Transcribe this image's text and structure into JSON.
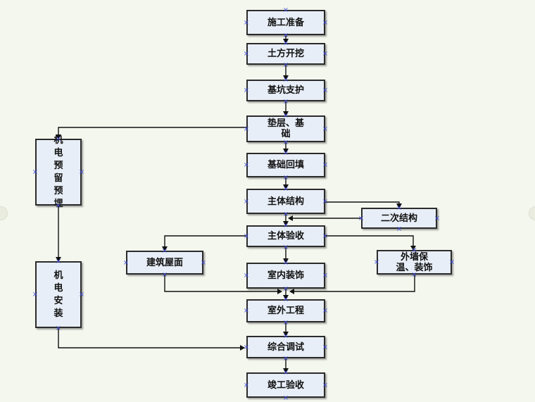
{
  "nodes": {
    "n1": "施工准备",
    "n2": "土方开挖",
    "n3": "基坑支护",
    "n4": "垫层、基\n础",
    "n5": "基础回填",
    "n6": "主体结构",
    "n7": "二次结构",
    "n8": "主体验收",
    "n9": "建筑屋面",
    "n10": "室内装饰",
    "n11": "外墙保\n温、装饰",
    "n12": "室外工程",
    "n13": "综合调试",
    "n14": "竣工验收",
    "n15": "机\n电\n预\n留\n预\n埋",
    "n16": "机\n电\n安\n装"
  },
  "colors": {
    "node_fill": "#e8eef7",
    "node_border": "#2b2b2b",
    "connector": "#111111",
    "handle": "#3f4bd9",
    "background": "#f4f7ee"
  }
}
